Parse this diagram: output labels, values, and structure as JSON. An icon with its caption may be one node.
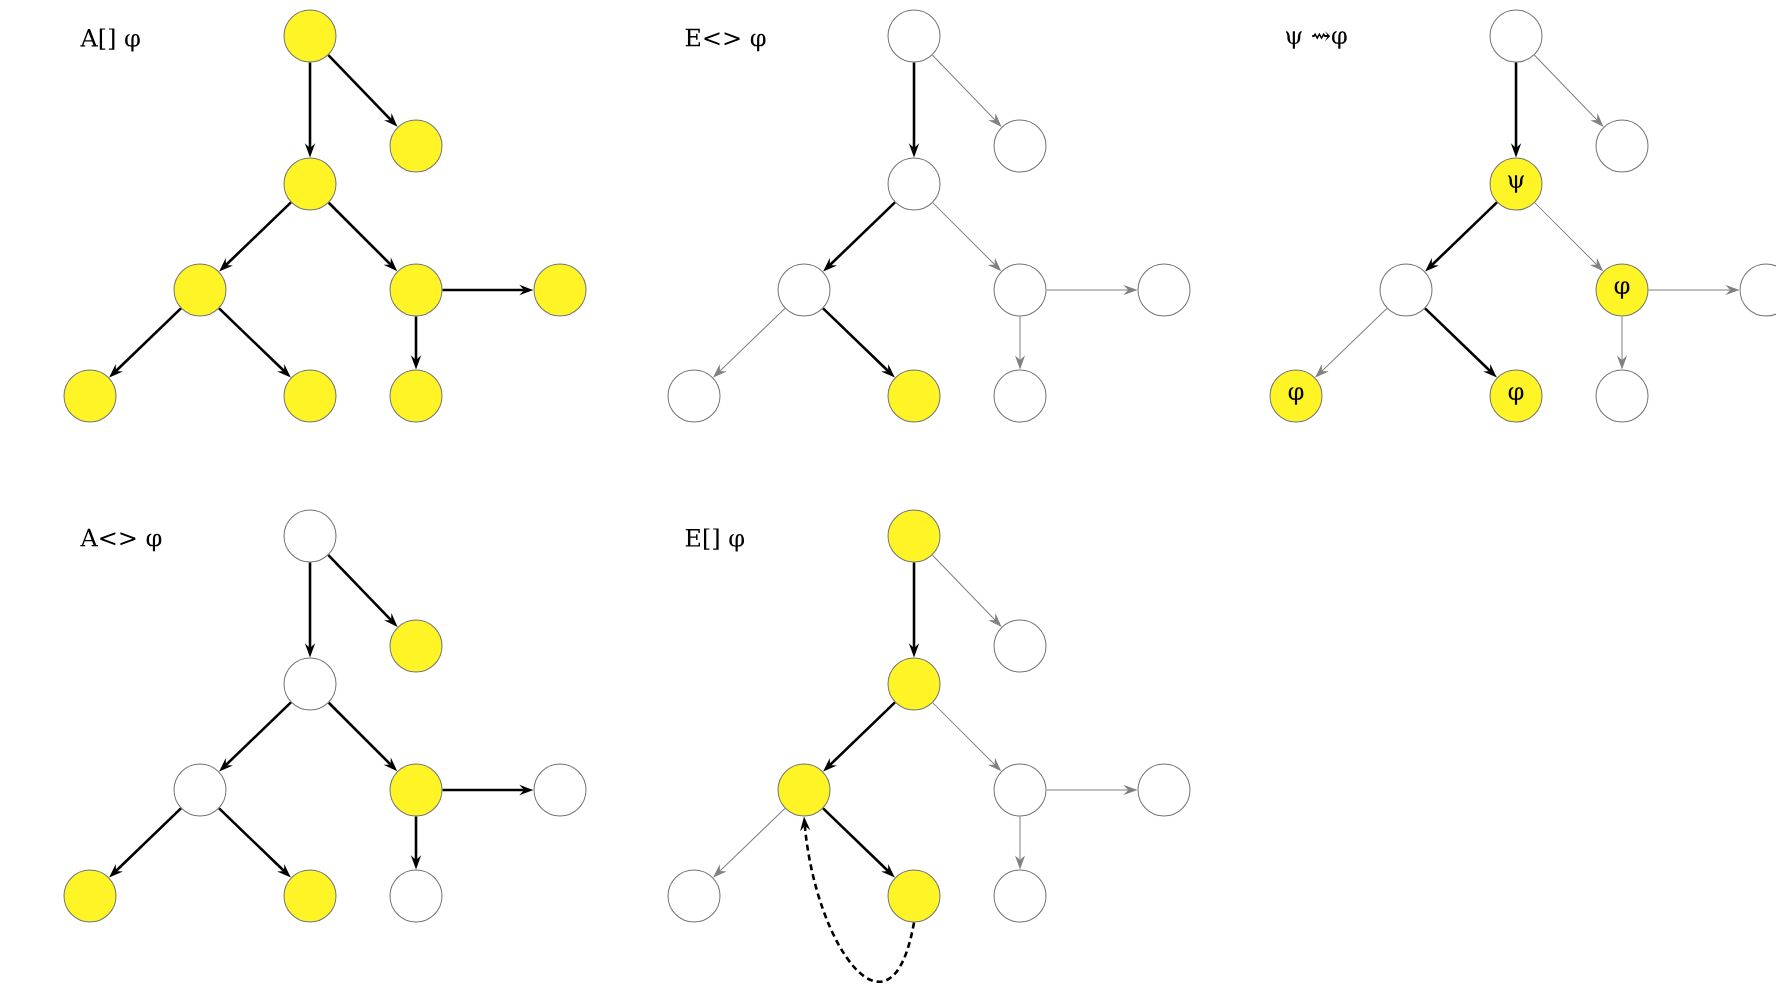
{
  "diagram": {
    "nodes": [
      {
        "text": [],
        "shape": "circle"
      },
      {
        "text": [],
        "shape": "circle"
      },
      {
        "text": [],
        "shape": "circle"
      },
      {
        "text": [],
        "shape": "circle"
      },
      {
        "text": [],
        "shape": "circle"
      },
      {
        "text": [],
        "shape": "circle"
      },
      {
        "text": [],
        "shape": "circle"
      },
      {
        "text": [],
        "shape": "circle"
      },
      {
        "text": [],
        "shape": "circle"
      },
      {
        "text": [],
        "shape": "circle"
      },
      {
        "text": [],
        "shape": "circle"
      },
      {
        "text": [],
        "shape": "circle"
      },
      {
        "text": [],
        "shape": "circle"
      },
      {
        "text": [],
        "shape": "circle"
      },
      {
        "text": [],
        "shape": "circle"
      },
      {
        "text": [],
        "shape": "circle"
      },
      {
        "text": [],
        "shape": "circle"
      },
      {
        "text": [],
        "shape": "circle"
      },
      {
        "text": [],
        "shape": "circle"
      },
      {
        "text": [],
        "shape": "circle"
      },
      {
        "text": [
          "ψ"
        ]
      },
      {
        "text": [],
        "shape": "circle"
      },
      {
        "text": [
          "φ"
        ]
      },
      {
        "text": [],
        "shape": "circle"
      },
      {
        "text": [
          "φ"
        ]
      },
      {
        "text": [
          "φ"
        ]
      },
      {
        "text": [],
        "shape": "circle"
      },
      {
        "text": [],
        "shape": "circle"
      },
      {
        "text": [],
        "shape": "circle"
      },
      {
        "text": [],
        "shape": "circle"
      },
      {
        "text": [],
        "shape": "circle"
      },
      {
        "text": [],
        "shape": "circle"
      },
      {
        "text": [],
        "shape": "circle"
      },
      {
        "text": [],
        "shape": "circle"
      },
      {
        "text": [],
        "shape": "circle"
      },
      {
        "text": [],
        "shape": "circle"
      },
      {
        "text": [],
        "shape": "circle"
      },
      {
        "text": [],
        "shape": "circle"
      },
      {
        "text": [],
        "shape": "circle"
      },
      {
        "text": [],
        "shape": "circle"
      },
      {
        "text": [],
        "shape": "circle"
      },
      {
        "text": [],
        "shape": "circle"
      },
      {
        "text": [],
        "shape": "circle"
      },
      {
        "text": [],
        "shape": "circle"
      },
      {
        "text": [],
        "shape": "circle"
      }
    ],
    "edges": [
      {
        "from": 0,
        "to": 1,
        "arrow": "to"
      },
      {
        "from": 0,
        "to": 2,
        "arrow": "to"
      },
      {
        "from": 2,
        "to": 3,
        "arrow": "to"
      },
      {
        "from": 2,
        "to": 4,
        "arrow": "to"
      },
      {
        "from": 3,
        "to": 6,
        "arrow": "to"
      },
      {
        "from": 3,
        "to": 7,
        "arrow": "to"
      },
      {
        "from": 4,
        "to": 5,
        "arrow": "to"
      },
      {
        "from": 4,
        "to": 8,
        "arrow": "to"
      },
      {
        "from": 9,
        "to": 10,
        "arrow": "to",
        "color": "#808080"
      },
      {
        "from": 9,
        "to": 11,
        "arrow": "to"
      },
      {
        "from": 11,
        "to": 12,
        "arrow": "to"
      },
      {
        "from": 11,
        "to": 13,
        "arrow": "to",
        "color": "#808080"
      },
      {
        "from": 12,
        "to": 15,
        "arrow": "to",
        "color": "#808080"
      },
      {
        "from": 12,
        "to": 16,
        "arrow": "to"
      },
      {
        "from": 13,
        "to": 14,
        "arrow": "to",
        "color": "#808080"
      },
      {
        "from": 13,
        "to": 17,
        "arrow": "to",
        "color": "#808080"
      },
      {
        "from": 18,
        "to": 19,
        "arrow": "to",
        "color": "#808080"
      },
      {
        "from": 18,
        "to": 20,
        "arrow": "to"
      },
      {
        "from": 20,
        "to": 21,
        "arrow": "to"
      },
      {
        "from": 20,
        "to": 22,
        "arrow": "to",
        "color": "#808080"
      },
      {
        "from": 21,
        "to": 24,
        "arrow": "to",
        "color": "#808080"
      },
      {
        "from": 21,
        "to": 25,
        "arrow": "to"
      },
      {
        "from": 22,
        "to": 23,
        "arrow": "to",
        "color": "#808080"
      },
      {
        "from": 22,
        "to": 26,
        "arrow": "to",
        "color": "#808080"
      },
      {
        "from": 27,
        "to": 28,
        "arrow": "to"
      },
      {
        "from": 27,
        "to": 29,
        "arrow": "to"
      },
      {
        "from": 29,
        "to": 30,
        "arrow": "to"
      },
      {
        "from": 29,
        "to": 31,
        "arrow": "to"
      },
      {
        "from": 30,
        "to": 33,
        "arrow": "to"
      },
      {
        "from": 30,
        "to": 34,
        "arrow": "to"
      },
      {
        "from": 31,
        "to": 32,
        "arrow": "to"
      },
      {
        "from": 31,
        "to": 35,
        "arrow": "to"
      },
      {
        "from": 36,
        "to": 37,
        "arrow": "to",
        "color": "#808080"
      },
      {
        "from": 36,
        "to": 38,
        "arrow": "to"
      },
      {
        "from": 38,
        "to": 39,
        "arrow": "to"
      },
      {
        "from": 38,
        "to": 40,
        "arrow": "to",
        "color": "#808080"
      },
      {
        "from": 39,
        "to": 42,
        "arrow": "to",
        "color": "#808080"
      },
      {
        "from": 39,
        "to": 43,
        "arrow": "to"
      },
      {
        "from": 40,
        "to": 41,
        "arrow": "to",
        "color": "#808080"
      },
      {
        "from": 40,
        "to": 44,
        "arrow": "to",
        "color": "#808080"
      },
      {
        "from": 43,
        "to": 39,
        "arrow": "to",
        "style": "dashed"
      }
    ],
    "labels": [
      "A[]  φ",
      "E<>  φ",
      "ψ  ⇝φ",
      "A<>  φ",
      "E[]  φ"
    ]
  }
}
